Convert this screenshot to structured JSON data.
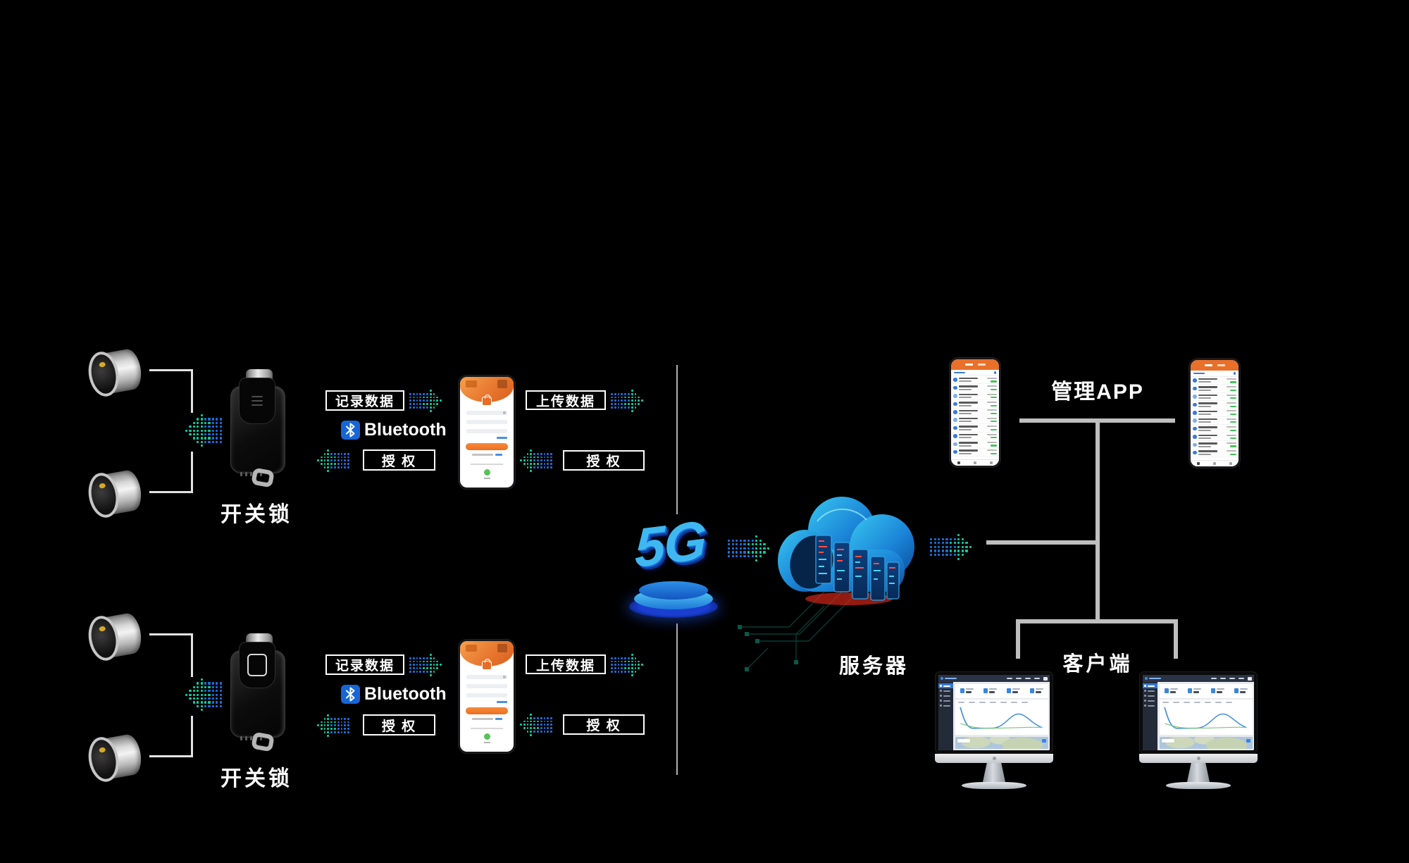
{
  "diagram": {
    "left_flow": {
      "record_data_label": "记录数据",
      "upload_data_label": "上传数据",
      "authorize_label": "授 权",
      "bluetooth_label": "Bluetooth",
      "lock_group_label": "开关锁"
    },
    "center": {
      "five_g_label": "5G",
      "server_label": "服务器"
    },
    "right": {
      "management_app_label": "管理APP",
      "client_label": "客户端"
    },
    "colors": {
      "arrow_teal": "#0fc9a2",
      "arrow_blue": "#1e6fd6",
      "app_orange": "#e8702a",
      "accent_blue": "#2f7bd8",
      "status_green": "#45c35a",
      "cloud_blue": "#1c86d8",
      "line_gray": "#bfbfbf"
    }
  }
}
